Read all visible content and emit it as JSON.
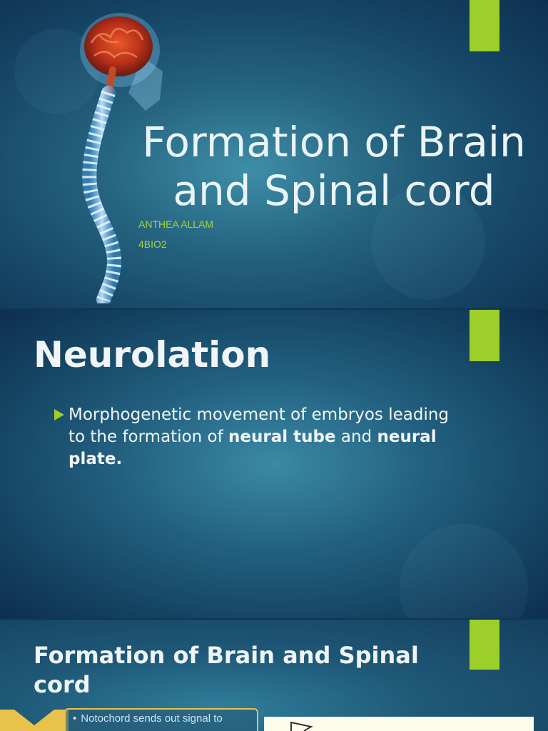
{
  "colors": {
    "accent_green": "#9ccf2a",
    "background_deep": "#0f3552",
    "background_glow": "#3e8ea8",
    "text_light": "#eaf4f8",
    "note_border": "#e8c24a"
  },
  "slides": [
    {
      "title": "Formation of Brain and Spinal cord",
      "author": "ANTHEA ALLAM",
      "class": "4BIO2",
      "illustration": "brain-and-spine-illustration"
    },
    {
      "title": "Neurolation",
      "bullet": {
        "text_prefix": "Morphogenetic movement of embryos leading to the formation of ",
        "bold_1": "neural tube",
        "text_mid": " and ",
        "bold_2": "neural plate."
      }
    },
    {
      "title": "Formation of Brain and Spinal cord",
      "note": "Notochord sends out signal to"
    }
  ]
}
